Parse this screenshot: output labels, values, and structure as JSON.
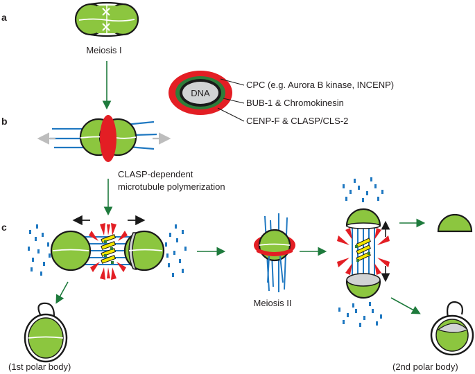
{
  "panels": {
    "a": "a",
    "b": "b",
    "c": "c"
  },
  "labels": {
    "meiosis_1": "Meiosis I",
    "clasp_line1": "CLASP-dependent",
    "clasp_line2": "microtubule polymerization",
    "meiosis_2": "Meiosis II",
    "first_polar_body": "(1st polar body)",
    "second_polar_body": "(2nd polar body)"
  },
  "legend": {
    "center": "DNA",
    "items": [
      {
        "text": "CPC (e.g. Aurora B kinase, INCENP)",
        "color": "#e31e24"
      },
      {
        "text": "BUB-1 & Chromokinesin",
        "color": "#2e7d3a"
      },
      {
        "text": "CENP-F & CLASP/CLS-2",
        "color": "#1a1a1a"
      }
    ]
  },
  "colors": {
    "chromosome": "#8cc63f",
    "cpc": "#e31e24",
    "bub": "#2e7d3a",
    "microtubule": "#1f78c1",
    "arrow_green": "#1e7a3c",
    "dna_grey": "#d1d3d4",
    "outline": "#1a1a1a"
  }
}
